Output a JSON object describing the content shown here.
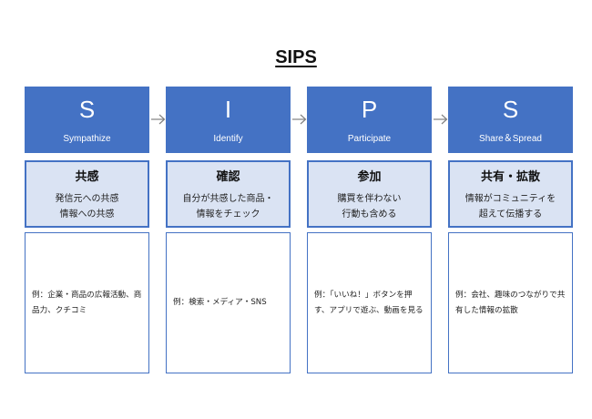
{
  "title": "SIPS",
  "stages": [
    {
      "letter": "S",
      "name": "Sympathize",
      "heading": "共感",
      "desc": [
        "発信元への共感",
        "情報への共感"
      ],
      "example": "例：企業・商品の広報活動、商品力、クチコミ"
    },
    {
      "letter": "I",
      "name": "Identify",
      "heading": "確認",
      "desc": [
        "自分が共感した商品・",
        "情報をチェック"
      ],
      "example": "例：検索・メディア・SNS"
    },
    {
      "letter": "P",
      "name": "Participate",
      "heading": "参加",
      "desc": [
        "購買を伴わない",
        "行動も含める"
      ],
      "example": "例：「いいね！」ボタンを押す、アプリで遊ぶ、動画を見る"
    },
    {
      "letter": "S",
      "name": "Share＆Spread",
      "heading": "共有・拡散",
      "desc": [
        "情報がコミュニティを",
        "超えて伝播する"
      ],
      "example": "例：会社、趣味のつながりで共有した情報の拡散"
    }
  ],
  "colors": {
    "stage_fill": "#4472c4",
    "summary_fill": "#dae3f3",
    "border": "#4472c4",
    "arrow": "#808080"
  }
}
